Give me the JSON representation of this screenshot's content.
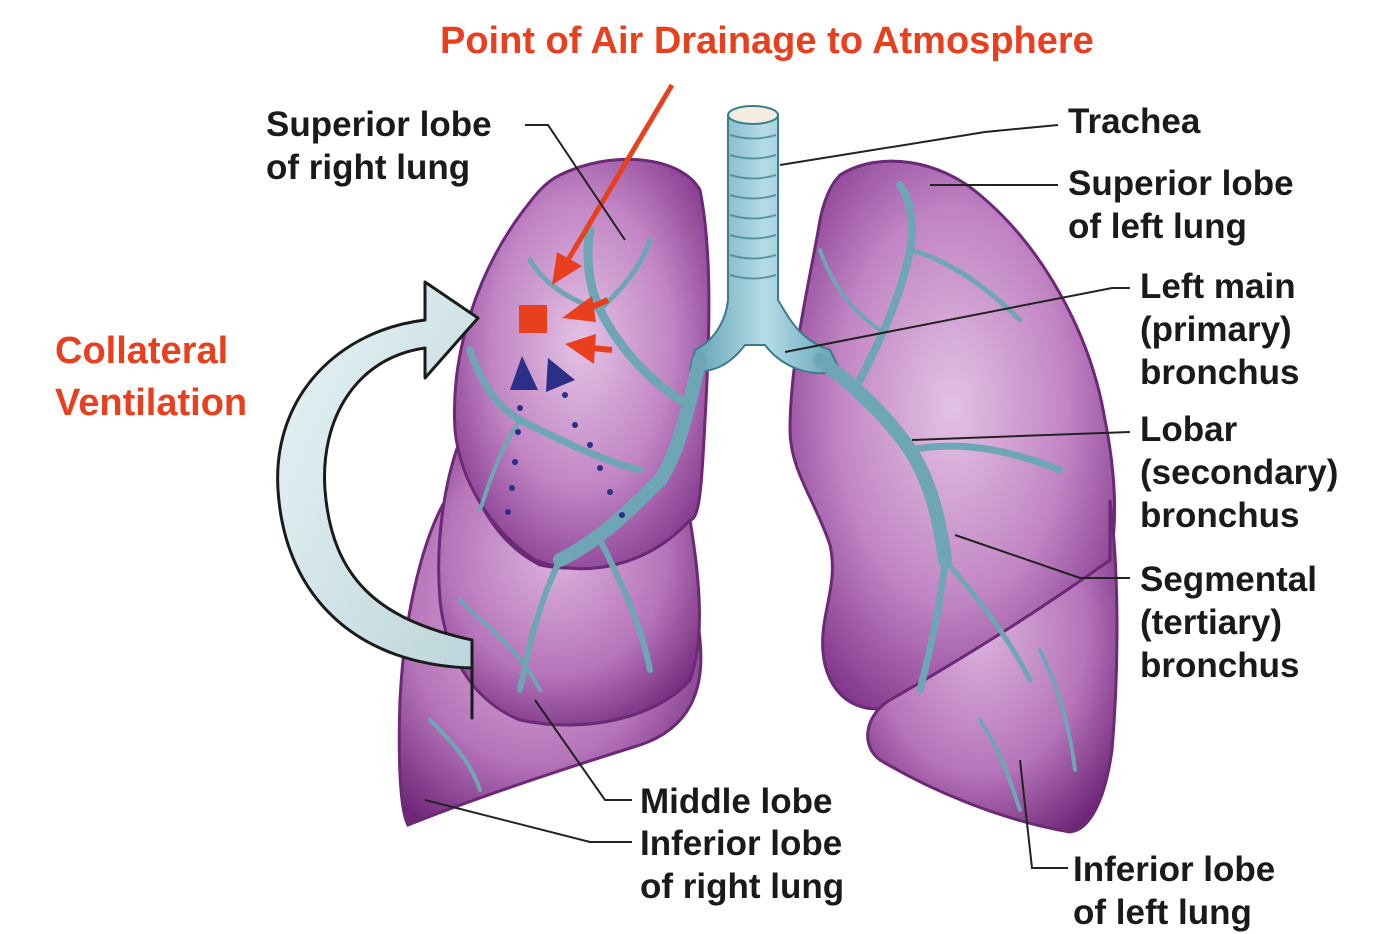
{
  "title": "Point of Air Drainage to Atmosphere",
  "collateral": "Collateral\nVentilation",
  "labels": {
    "superior_right": "Superior lobe\nof right lung",
    "middle_right": "Middle lobe",
    "inferior_right": "Inferior lobe\nof right lung",
    "trachea": "Trachea",
    "superior_left": "Superior lobe\nof left lung",
    "main_bronchus": "Left main\n(primary)\nbronchus",
    "lobar_bronchus": "Lobar\n(secondary)\nbronchus",
    "segmental_bronchus": "Segmental\n(tertiary)\nbronchus",
    "inferior_left": "Inferior lobe\nof left lung"
  },
  "colors": {
    "accent_red": "#e8401f",
    "marker_blue": "#2c2f88",
    "lung_purple": "#a55aa8",
    "bronchus_blue": "#7fb6c6",
    "arrow_fill": "#d3e6ea"
  }
}
